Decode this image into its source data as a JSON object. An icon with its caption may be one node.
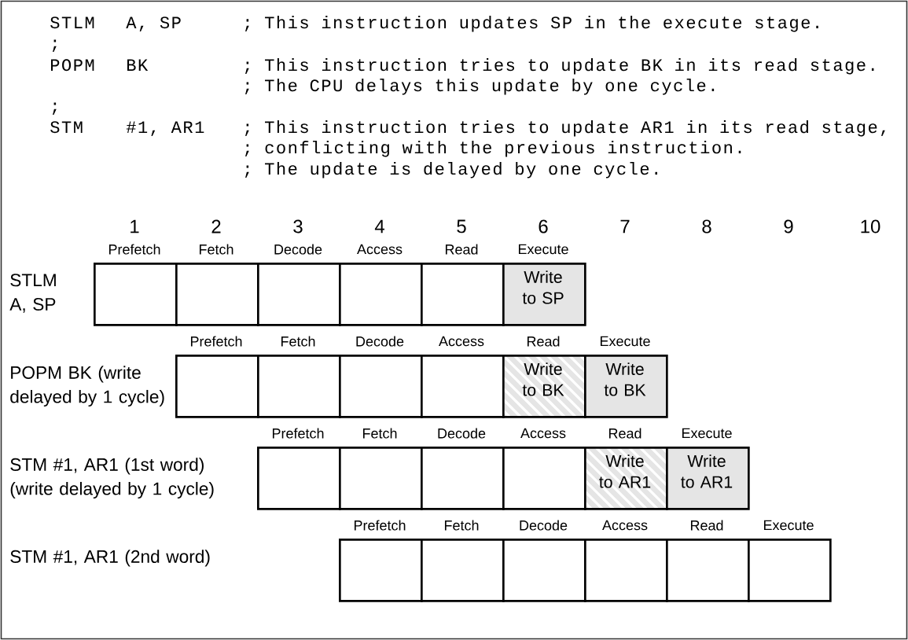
{
  "diagram": {
    "nodes": [
      {
        "text": [],
        "shape": "box"
      },
      {
        "text": [],
        "shape": "box"
      },
      {
        "text": [],
        "shape": "box"
      },
      {
        "text": [],
        "shape": "box"
      },
      {
        "text": [],
        "shape": "box"
      },
      {
        "text": [
          "Write to SP"
        ]
      },
      {
        "text": [],
        "shape": "box"
      },
      {
        "text": [],
        "shape": "box"
      },
      {
        "text": [],
        "shape": "box"
      },
      {
        "text": [],
        "shape": "box"
      },
      {
        "text": [
          "Write to BK"
        ]
      },
      {
        "text": [
          "Write to BK"
        ]
      },
      {
        "text": [],
        "shape": "box"
      },
      {
        "text": [],
        "shape": "box"
      },
      {
        "text": [],
        "shape": "box"
      },
      {
        "text": [],
        "shape": "box"
      },
      {
        "text": [
          "Write to AR1"
        ]
      },
      {
        "text": [
          "Write to AR1"
        ]
      },
      {
        "text": [],
        "shape": "box"
      },
      {
        "text": [],
        "shape": "box"
      },
      {
        "text": [],
        "shape": "box"
      },
      {
        "text": [],
        "shape": "box"
      },
      {
        "text": [],
        "shape": "box"
      },
      {
        "text": [],
        "shape": "box"
      }
    ],
    "labels": [
      "STLM",
      "A, SP",
      "; This instruction updates SP in the execute stage.",
      ";",
      "POPM",
      "BK",
      "; This instruction tries to update BK in its read stage.",
      "; The CPU delays this update by one cycle.",
      ";",
      "STM",
      "#1, AR1",
      "; This instruction tries to update AR1 in its read stage,",
      "; conflicting with the previous instruction.",
      "; The update is delayed by one cycle.",
      "1",
      "2",
      "3",
      "4",
      "5",
      "6",
      "7",
      "8",
      "9",
      "10",
      "Prefetch",
      "Fetch",
      "Decode",
      "Access",
      "Read",
      "Execute",
      "STLM A, SP",
      "Prefetch",
      "Fetch",
      "Decode",
      "Access",
      "Read",
      "Execute",
      "POPM BK (write delayed by 1 cycle)",
      "Prefetch",
      "Fetch",
      "Decode",
      "Access",
      "Read",
      "Execute",
      "STM #1, AR1 (1st word) (write delayed by 1 cycle)",
      "Prefetch",
      "Fetch",
      "Decode",
      "Access",
      "Read",
      "Execute",
      "STM #1, AR1 (2nd word)"
    ]
  }
}
